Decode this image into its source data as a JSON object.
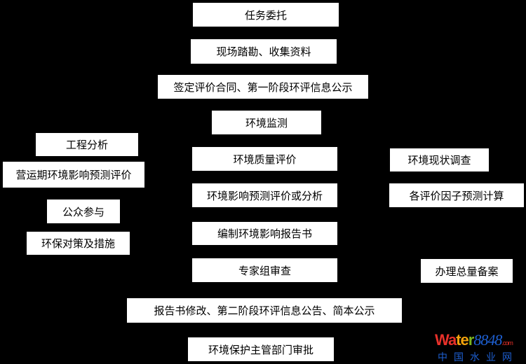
{
  "nodes": [
    {
      "id": "task",
      "label": "任务委托"
    },
    {
      "id": "survey",
      "label": "现场踏勘、收集资料"
    },
    {
      "id": "contract",
      "label": "签定评价合同、第一阶段环评信息公示"
    },
    {
      "id": "monitor",
      "label": "环境监测"
    },
    {
      "id": "engineering",
      "label": "工程分析"
    },
    {
      "id": "operation",
      "label": "营运期环境影响预测评价"
    },
    {
      "id": "quality",
      "label": "环境质量评价"
    },
    {
      "id": "status",
      "label": "环境现状调查"
    },
    {
      "id": "predict",
      "label": "环境影响预测评价或分析"
    },
    {
      "id": "factors",
      "label": "各评价因子预测计算"
    },
    {
      "id": "public",
      "label": "公众参与"
    },
    {
      "id": "measures",
      "label": "环保对策及措施"
    },
    {
      "id": "compile",
      "label": "编制环境影响报告书"
    },
    {
      "id": "review",
      "label": "专家组审查"
    },
    {
      "id": "total",
      "label": "办理总量备案"
    },
    {
      "id": "revise",
      "label": "报告书修改、第二阶段环评信息公告、简本公示"
    },
    {
      "id": "approve",
      "label": "环境保护主管部门审批"
    }
  ],
  "watermark": {
    "brand_a": "Wa",
    "brand_b": "te",
    "brand_c": "r",
    "brand_num": "8848",
    "brand_com": ".com",
    "cn": "中国水业网",
    "colors": {
      "a": "#e8312a",
      "b": "#f2a20c",
      "c": "#7ab51d",
      "num": "#1e5fd1"
    }
  }
}
